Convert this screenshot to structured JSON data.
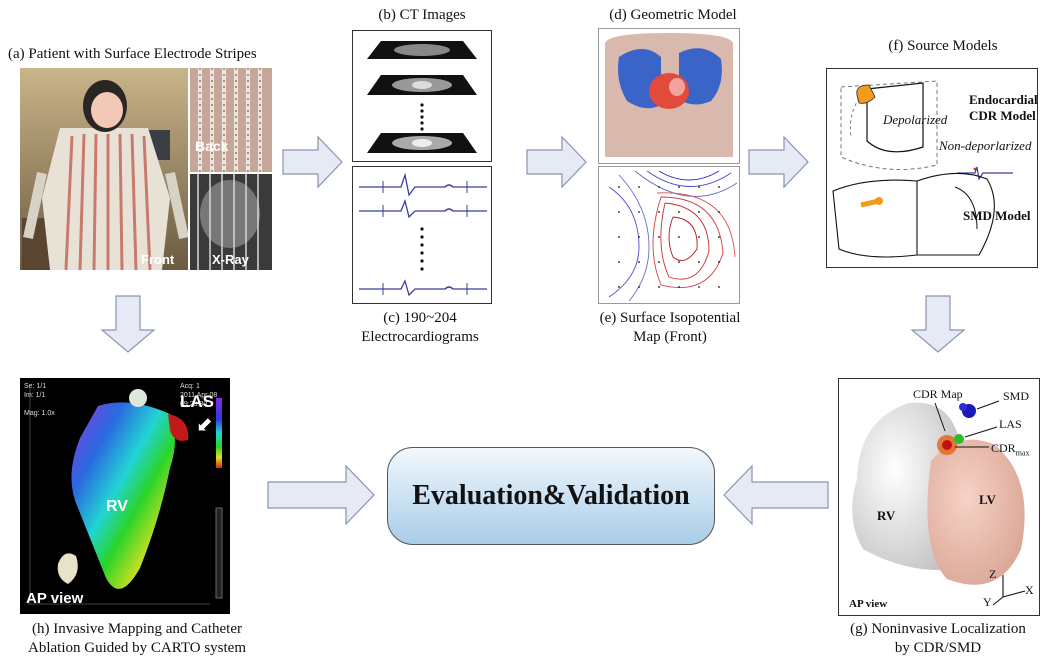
{
  "captions": {
    "a": "(a) Patient with Surface Electrode Stripes",
    "b": "(b) CT Images",
    "c1": "(c) 190~204",
    "c2": "Electrocardiograms",
    "d": "(d) Geometric Model",
    "e1": "(e) Surface Isopotential",
    "e2": "Map (Front)",
    "f": "(f) Source Models",
    "g1": "(g) Noninvasive Localization",
    "g2": "by CDR/SMD",
    "h1": "(h) Invasive Mapping and Catheter",
    "h2": "Ablation Guided by CARTO system"
  },
  "photo_labels": {
    "front": "Front",
    "back": "Back",
    "xray": "X-Ray"
  },
  "source_models": {
    "endo1": "Endocardial",
    "endo2": "CDR Model",
    "depolarized": "Depolarized",
    "non_depolarized": "Non-deporlarized",
    "smd": "SMD Model"
  },
  "localization": {
    "cdr_map": "CDR Map",
    "smd": "SMD",
    "las": "LAS",
    "cdr_max": "CDR",
    "cdr_max_sub": "max",
    "rv": "RV",
    "lv": "LV",
    "view": "AP view",
    "axis_z": "Z",
    "axis_x": "X",
    "axis_y": "Y"
  },
  "carto": {
    "las": "LAS",
    "rv": "RV",
    "view": "AP view",
    "info_tl": "Se: 1/1\nIm: 1/1\n\nMag: 1.0x",
    "info_tr": "Acq: 1\n2011 Apr 08\n09:25:30"
  },
  "center_box": "Evaluation&Validation",
  "colors": {
    "arrow_fill": "#e6eaf5",
    "arrow_stroke": "#8a94b0",
    "box_top": "#f2f7fc",
    "box_bottom": "#a9cde8"
  }
}
